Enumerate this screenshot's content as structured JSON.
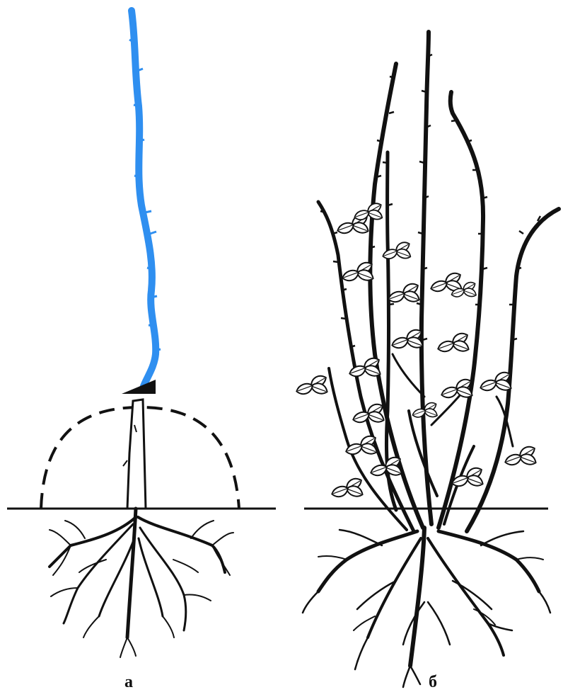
{
  "panels": [
    {
      "id": "a",
      "label": "а"
    },
    {
      "id": "b",
      "label": "б"
    }
  ],
  "colors": {
    "cut_cane": "#2f8ff0",
    "ink": "#111111",
    "background": "#ffffff"
  },
  "icons": [
    "cut-marker-icon",
    "leaf-icon"
  ]
}
